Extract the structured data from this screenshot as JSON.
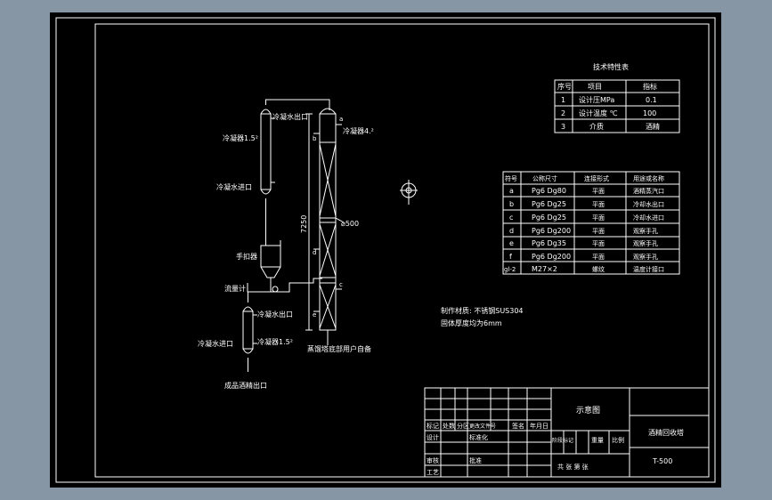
{
  "colors": {
    "background": "#8796a4",
    "sheet": "#000000",
    "lines": "#ffffff"
  },
  "labels": {
    "condenser_top": "冷凝器1.5²",
    "cooling_water_out_top": "冷凝水出口",
    "cooling_water_in_top": "冷凝水进口",
    "separator": "手扣器",
    "flowmeter": "流量计",
    "cooler_bottom": "冷凝器1.5²",
    "cooling_water_out_bottom": "冷凝水出口",
    "cooling_water_in_bottom": "冷凝水进口",
    "product_out": "成品酒精出口",
    "heater": "冷凝器4.²",
    "dim_height": "7250",
    "dim_diameter": "⌀500",
    "column_note": "蒸馏塔底部用户自备",
    "nozzle_a": "a",
    "nozzle_b": "b",
    "nozzle_c": "c",
    "nozzle_d": "d",
    "nozzle_e": "e"
  },
  "notes": {
    "line1": "制作材质: 不锈钢SUS304",
    "line2": "固体厚度均为6mm"
  },
  "tech_table": {
    "title": "技术特性表",
    "headers": [
      "序号",
      "项目",
      "指标"
    ],
    "rows": [
      [
        "1",
        "设计压MPa",
        "0.1"
      ],
      [
        "2",
        "设计温度 ℃",
        "100"
      ],
      [
        "3",
        "介质",
        "酒精"
      ]
    ]
  },
  "nozzle_table": {
    "headers": [
      "符号",
      "公称尺寸",
      "连接形式",
      "用途或名称"
    ],
    "rows": [
      [
        "a",
        "Pg6  Dg80",
        "平面",
        "酒精蒸汽口"
      ],
      [
        "b",
        "Pg6  Dg25",
        "平面",
        "冷却水出口"
      ],
      [
        "c",
        "Pg6  Dg25",
        "平面",
        "冷却水进口"
      ],
      [
        "d",
        "Pg6  Dg200",
        "平面",
        "观察手孔"
      ],
      [
        "e",
        "Pg6  Dg35",
        "平面",
        "观察手孔"
      ],
      [
        "f",
        "Pg6  Dg200",
        "平面",
        "观察手孔"
      ],
      [
        "gl-2",
        "M27×2",
        "螺纹",
        "温度计接口"
      ]
    ]
  },
  "title_block": {
    "drawing_name": "示意图",
    "product_name": "酒精回收塔",
    "drawing_no": "T-500",
    "row_labels": [
      "标记",
      "设计",
      "审核",
      "工艺"
    ],
    "col_labels": [
      "处数",
      "分区",
      "更改文件号",
      "签名",
      "年月日"
    ],
    "mid_labels": [
      "标准化",
      "批准"
    ],
    "stage_labels": [
      "阶段标记",
      "重量",
      "比例"
    ],
    "sheet_info": "共  张  第  张"
  }
}
